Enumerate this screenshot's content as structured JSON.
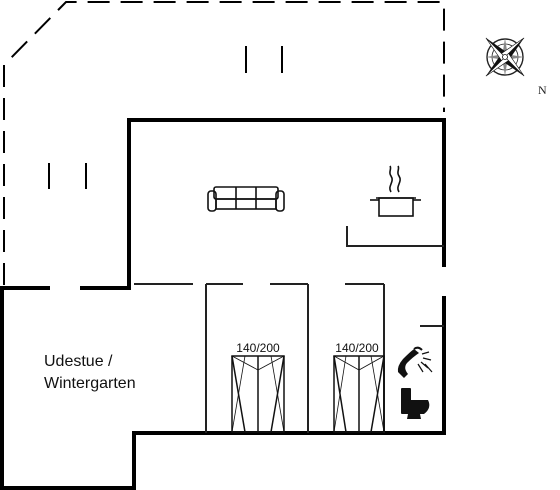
{
  "plan": {
    "rooms": {
      "sunroom_line1": "Udestue /",
      "sunroom_line2": "Wintergarten"
    },
    "beds": [
      {
        "label": "140/200"
      },
      {
        "label": "140/200"
      }
    ],
    "compass": {
      "north_letter": "N"
    },
    "icons": [
      "sofa-icon",
      "cooking-pot-icon",
      "shower-icon",
      "toilet-icon",
      "compass-rose-icon"
    ],
    "colors": {
      "wall": "#000000",
      "thin_line": "#222222",
      "background": "#ffffff"
    }
  }
}
